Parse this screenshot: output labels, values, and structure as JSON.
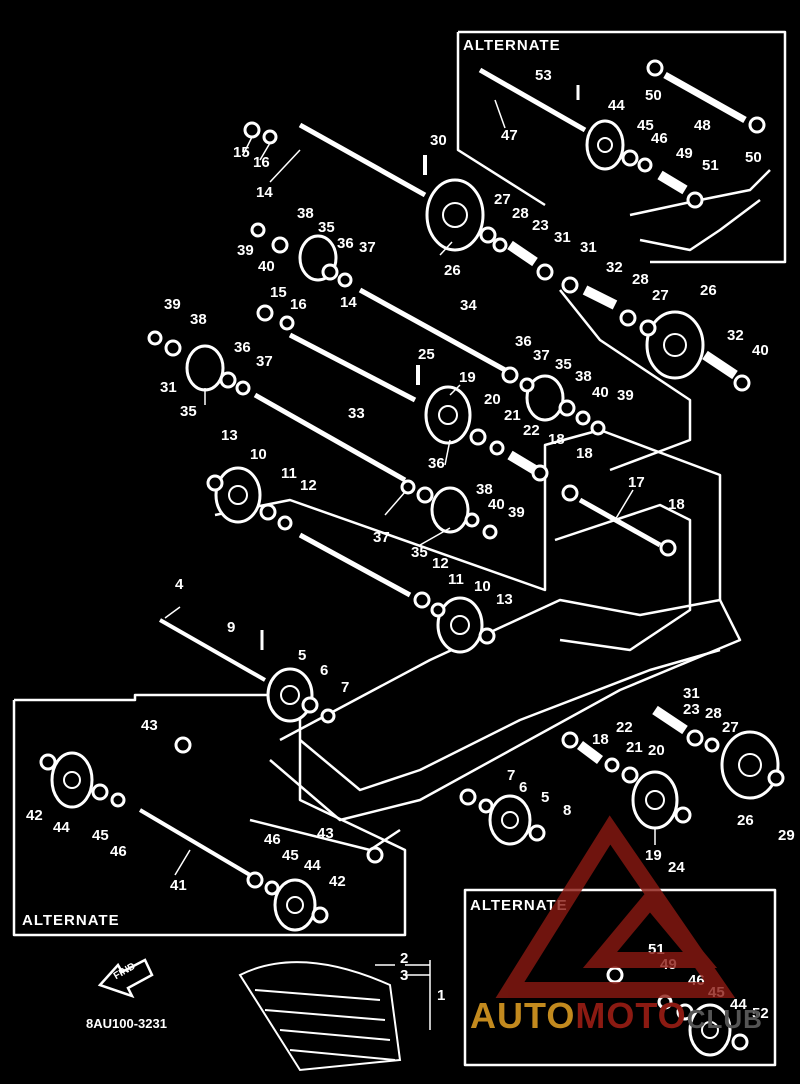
{
  "boxes": {
    "top_right_title": "ALTERNATE",
    "left_title": "ALTERNATE",
    "bottom_right_title": "ALTERNATE"
  },
  "diagram_code": "8AU100-3231",
  "find_label": "FIND",
  "watermark": {
    "part1": "AUTO",
    "part2": "MOTO",
    "part3": "CLUB"
  },
  "colors": {
    "background": "#000000",
    "line": "#ffffff",
    "watermark_red": "#8b1a12",
    "watermark_gold": "#c38a1e"
  },
  "part_numbers": [
    "53",
    "50",
    "44",
    "45",
    "48",
    "46",
    "49",
    "47",
    "51",
    "50",
    "30",
    "15",
    "16",
    "14",
    "27",
    "28",
    "23",
    "31",
    "38",
    "35",
    "36",
    "37",
    "39",
    "40",
    "26",
    "31",
    "32",
    "28",
    "27",
    "26",
    "15",
    "16",
    "14",
    "34",
    "39",
    "38",
    "37",
    "36",
    "35",
    "32",
    "31",
    "40",
    "36",
    "37",
    "25",
    "19",
    "38",
    "40",
    "39",
    "35",
    "33",
    "20",
    "21",
    "22",
    "18",
    "13",
    "10",
    "11",
    "12",
    "36",
    "18",
    "17",
    "38",
    "40",
    "39",
    "37",
    "35",
    "18",
    "12",
    "11",
    "10",
    "13",
    "4",
    "9",
    "5",
    "6",
    "7",
    "43",
    "31",
    "23",
    "28",
    "27",
    "22",
    "18",
    "21",
    "20",
    "42",
    "44",
    "45",
    "46",
    "7",
    "6",
    "5",
    "8",
    "26",
    "29",
    "19",
    "24",
    "43",
    "46",
    "45",
    "41",
    "44",
    "42",
    "51",
    "49",
    "46",
    "45",
    "44",
    "52",
    "2",
    "3",
    "1"
  ]
}
